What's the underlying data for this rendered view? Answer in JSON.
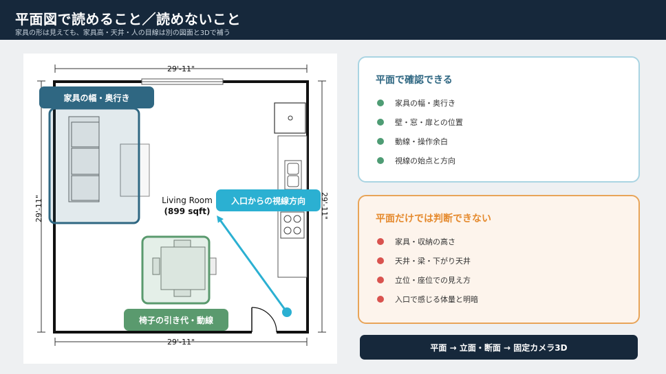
{
  "header": {
    "title": "平面図で読めること／読めないこと",
    "subtitle": "家具の形は見えても、家具高・天井・人の目線は別の図面と3Dで補う"
  },
  "plan": {
    "dim_top": "29'-11\"",
    "dim_bottom": "29'-11\"",
    "dim_left": "29'-11\"",
    "dim_right": "29'-11\"",
    "room_name": "Living Room",
    "room_area": "(899 sqft)",
    "callouts": {
      "furniture": "家具の幅・奥行き",
      "sightline": "入口からの視線方向",
      "chair": "椅子の引き代・動線"
    }
  },
  "ok_box": {
    "title": "平面で確認できる",
    "items": [
      "家具の幅・奥行き",
      "壁・窓・扉との位置",
      "動線・操作余白",
      "視線の始点と方向"
    ]
  },
  "ng_box": {
    "title": "平面だけでは判断できない",
    "items": [
      "家具・収納の高さ",
      "天井・梁・下がり天井",
      "立位・座位での見え方",
      "入口で感じる体量と明暗"
    ]
  },
  "flow": {
    "label": "平面 → 立面・断面 → 固定カメラ3D"
  },
  "colors": {
    "header_bg": "#16283b",
    "furniture_accent": "#2f6782",
    "sightline_accent": "#2bb0d2",
    "chair_accent": "#5a9a6e",
    "ok_dot": "#4e9c74",
    "ng_dot": "#d9534f",
    "ng_title": "#e58a2e"
  }
}
